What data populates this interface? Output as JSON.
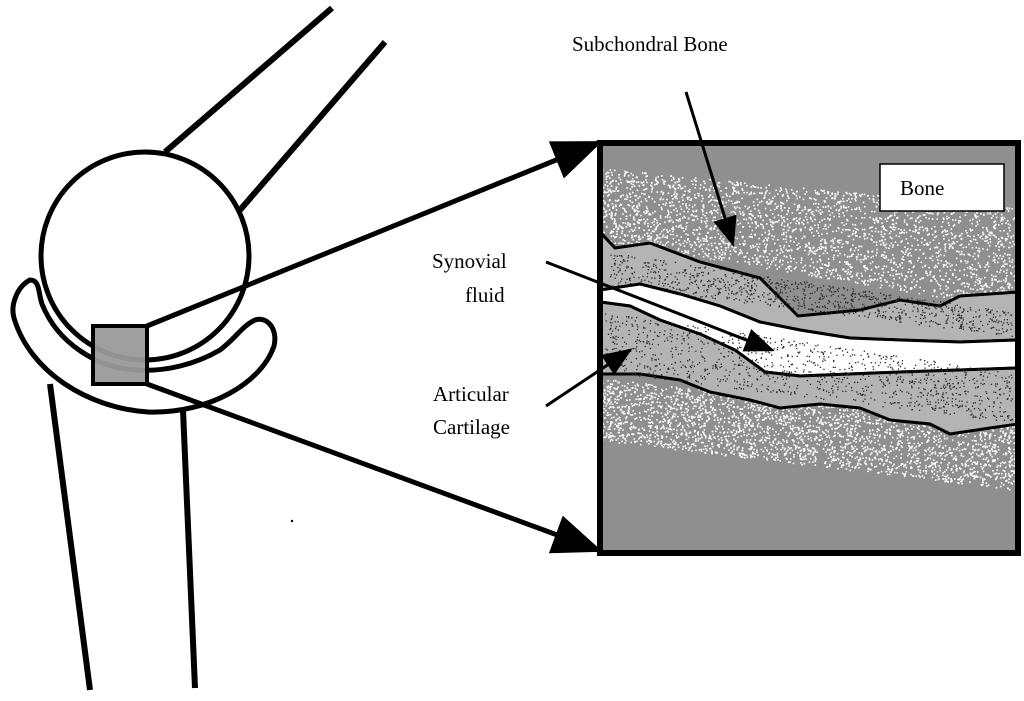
{
  "labels": {
    "subchondral_bone": "Subchondral Bone",
    "synovial_line1": "Synovial",
    "synovial_line2": "fluid",
    "articular_line1": "Articular",
    "articular_line2": "Cartilage",
    "bone_box": "Bone"
  },
  "colors": {
    "background": "#ffffff",
    "stroke": "#000000",
    "bone_gray": "#8f8f8f",
    "cartilage_gray": "#b4b4b4",
    "selection_fill": "#9a9a9a",
    "speckle_light": "#ffffff",
    "speckle_dark": "#2a2a2a",
    "fluid": "#ffffff"
  }
}
